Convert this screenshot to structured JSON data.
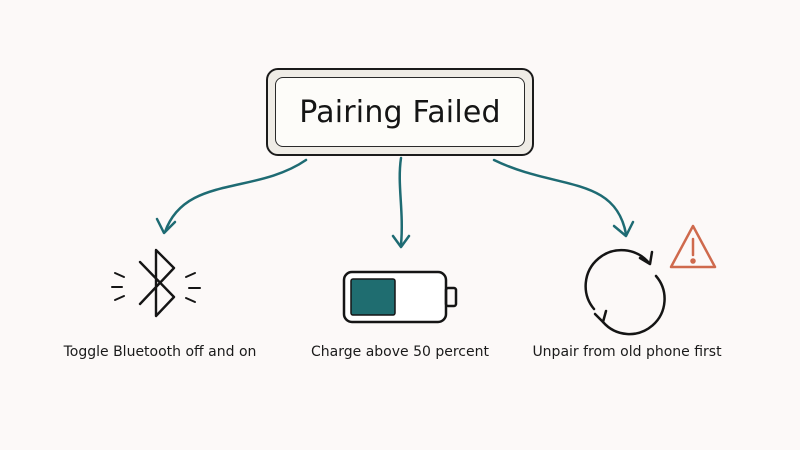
{
  "diagram": {
    "title": "Pairing Failed",
    "tips": [
      {
        "label": "Toggle Bluetooth off and on",
        "icon": "bluetooth-icon"
      },
      {
        "label": "Charge above 50 percent",
        "icon": "battery-icon",
        "charge_level": 0.5
      },
      {
        "label": "Unpair from old phone first",
        "icon": "refresh-cycle-icon",
        "badge_icon": "warning-triangle-icon"
      }
    ],
    "colors": {
      "arrow": "#1e6b73",
      "battery_fill": "#1f6d70",
      "warning": "#cf6a4d",
      "ink": "#151515",
      "background": "#fcf9f8"
    }
  }
}
